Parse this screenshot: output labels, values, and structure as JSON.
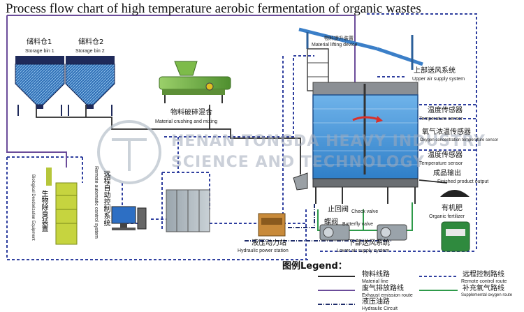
{
  "title": "Process flow chart of high temperature aerobic fermentation of organic wastes",
  "labels": {
    "storage_bin_1_cn": "储料仓1",
    "storage_bin_1_en": "Storage bin 1",
    "storage_bin_2_cn": "储料仓2",
    "storage_bin_2_en": "Storage bin 2",
    "crushing_cn": "物料破碎混合",
    "crushing_en": "Material crushing and mixing",
    "lifting_cn": "物料提升装置",
    "lifting_en": "Material lifting device",
    "upper_air_cn": "上部送风系统",
    "upper_air_en": "Upper air supply system",
    "temp_sensor_1_cn": "温度传感器",
    "temp_sensor_1_en": "Temperature sensor",
    "oxygen_sensor_cn": "氧气浓温传感器",
    "oxygen_sensor_en": "Oxygen concentration temperature sensor",
    "temp_sensor_2_cn": "温度传感器",
    "temp_sensor_2_en": "Temperature sensor",
    "product_output_cn": "成品输出",
    "product_output_en": "Finished product output",
    "organic_fertilizer_cn": "有机肥",
    "organic_fertilizer_en": "Organic fertilizer",
    "check_valve_cn": "止回阀",
    "check_valve_en": "Check valve",
    "butterfly_valve_cn": "蝶阀",
    "butterfly_valve_en": "Butterfly valve",
    "lower_air_cn": "下部送风系统",
    "lower_air_en": "Lower air supply system",
    "hydraulic_station_cn": "液压动力站",
    "hydraulic_station_en": "Hydraulic power station",
    "remote_control_cn": "远程自动控制系统",
    "remote_control_en": "Remote automatic control system",
    "bio_deodor_cn": "生物除臭装置",
    "bio_deodor_en": "Biological Deodorization Equipment"
  },
  "watermark": {
    "line1": "HENAN TONGDA HEAVY INDUSTRY",
    "line2": "SCIENCE AND TECHNOLOGY"
  },
  "legend": {
    "heading": "图例Legend：",
    "items": [
      {
        "cn": "物料线路",
        "en": "Material line"
      },
      {
        "cn": "废气排放路线",
        "en": "Exhaust emission route"
      },
      {
        "cn": "液压油路",
        "en": "Hydraulic Circuit"
      },
      {
        "cn": "远程控制路线",
        "en": "Remote control route"
      },
      {
        "cn": "补充氧气路线",
        "en": "Supplemental oxygen route"
      }
    ]
  },
  "colors": {
    "material_line": "#2b2b2b",
    "exhaust_line": "#6b4c9a",
    "hydraulic_line": "#1f2d6b",
    "remote_line": "#2f3f9f",
    "oxygen_line": "#2e9a4a",
    "tank_blue": "#3a8fd6",
    "machine_green": "#6aa640"
  }
}
